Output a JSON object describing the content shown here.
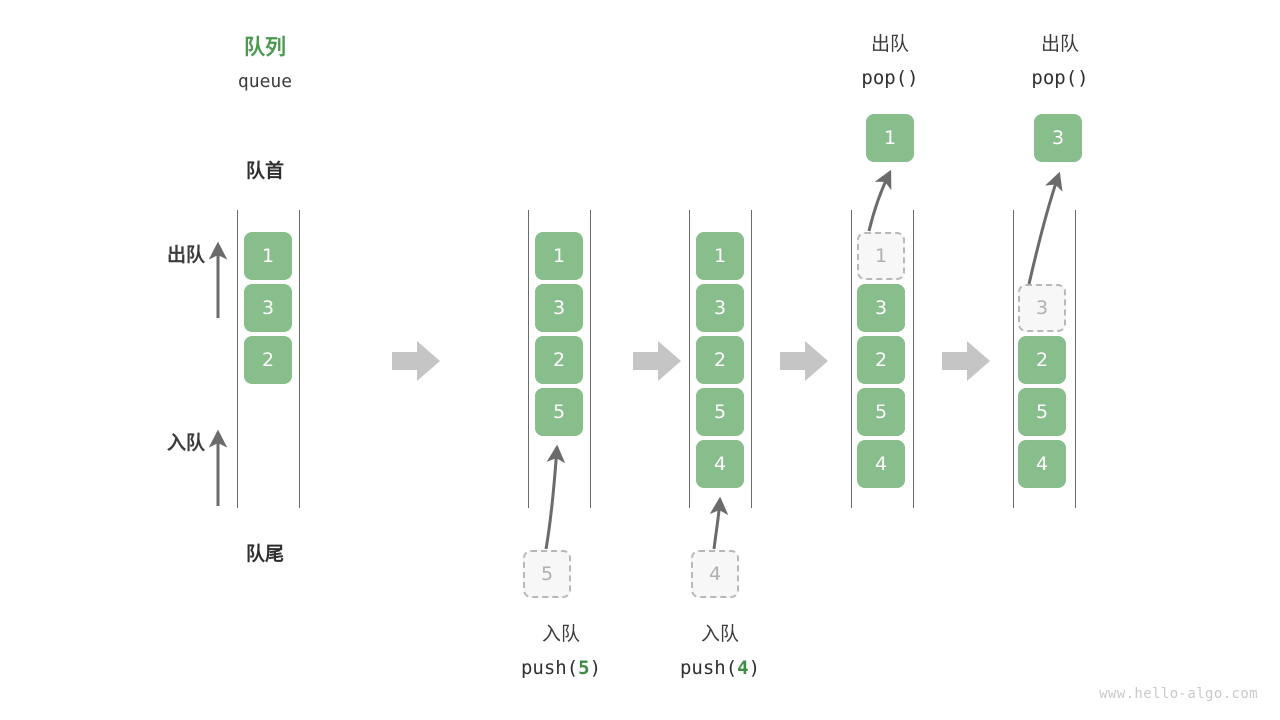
{
  "diagram": {
    "title_cn": "队列",
    "title_en": "queue",
    "head_label": "队首",
    "tail_label": "队尾",
    "dequeue_label": "出队",
    "enqueue_label": "入队",
    "watermark": "www.hello-algo.com",
    "accent_green": "#4a9a4f",
    "box_green": "#88bd8c",
    "ghost_gray": "#b0b0b0",
    "arrow_gray": "#c5c5c5",
    "rail_gray": "#6b6b6b"
  },
  "panels": [
    {
      "id": "initial",
      "items": [
        "1",
        "3",
        "2"
      ],
      "ghost_index": null,
      "op_cn": "",
      "op_code": "",
      "popped": null
    },
    {
      "id": "push-5",
      "items": [
        "1",
        "3",
        "2",
        "5"
      ],
      "ghost_index": null,
      "op_cn": "入队",
      "op_code_prefix": "push(",
      "op_code_arg": "5",
      "op_code_suffix": ")",
      "incoming": "5",
      "popped": null
    },
    {
      "id": "push-4",
      "items": [
        "1",
        "3",
        "2",
        "5",
        "4"
      ],
      "ghost_index": null,
      "op_cn": "入队",
      "op_code_prefix": "push(",
      "op_code_arg": "4",
      "op_code_suffix": ")",
      "incoming": "4",
      "popped": null
    },
    {
      "id": "pop-1",
      "items": [
        "1",
        "3",
        "2",
        "5",
        "4"
      ],
      "ghost_index": 0,
      "op_cn": "出队",
      "op_code": "pop()",
      "popped": "1"
    },
    {
      "id": "pop-3",
      "items": [
        "3",
        "2",
        "5",
        "4"
      ],
      "ghost_index": 0,
      "op_cn": "出队",
      "op_code": "pop()",
      "popped": "3"
    }
  ]
}
